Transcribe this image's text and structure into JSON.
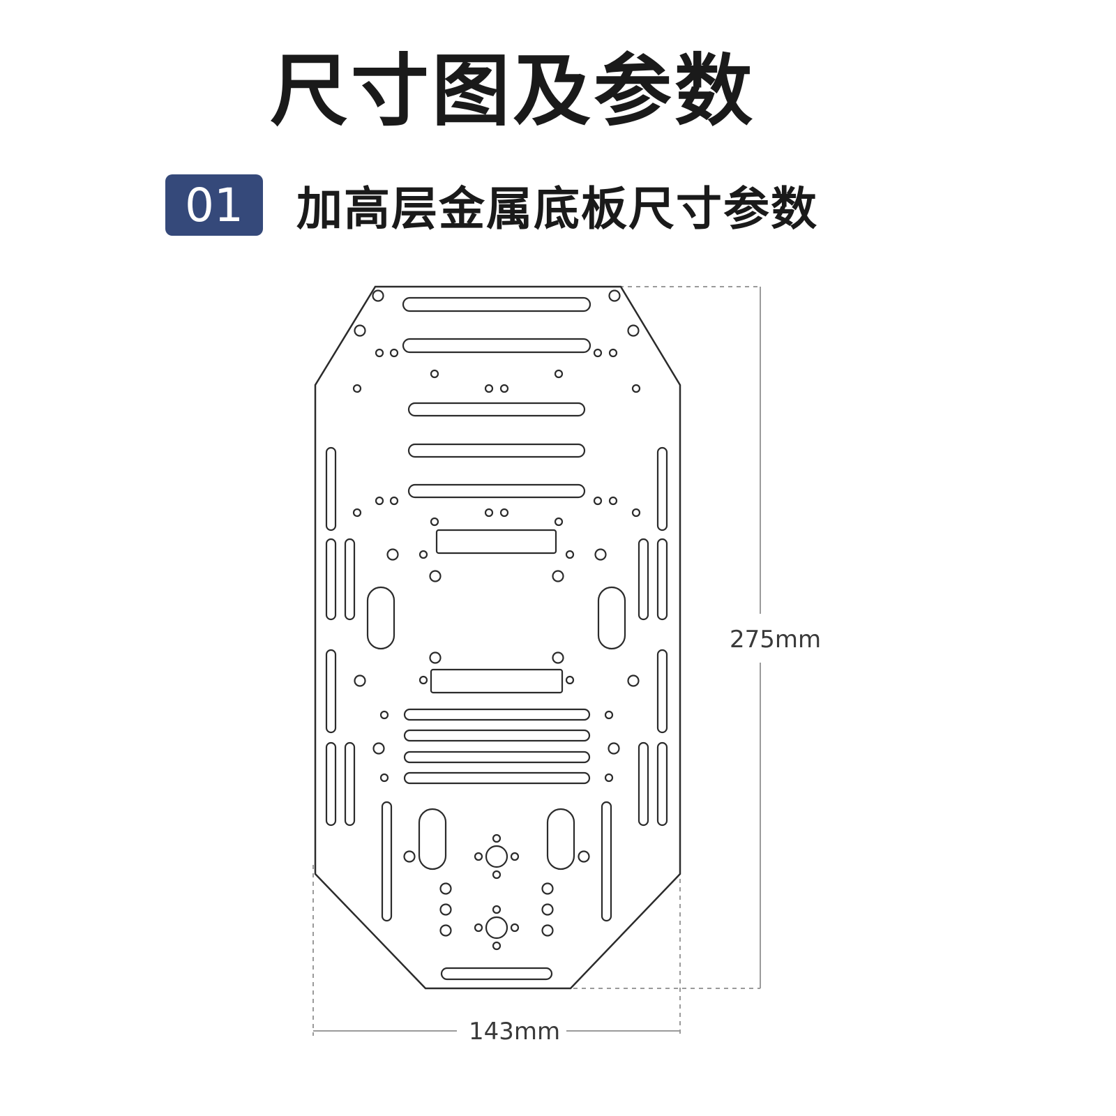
{
  "title": "尺寸图及参数",
  "section": {
    "number": "01",
    "title": "加高层金属底板尺寸参数"
  },
  "dimensions": {
    "height": "275mm",
    "width": "143mm"
  },
  "colors": {
    "badge": "#35497a",
    "outline": "#2b2b2b",
    "dimension_line": "#9a9a9a"
  }
}
